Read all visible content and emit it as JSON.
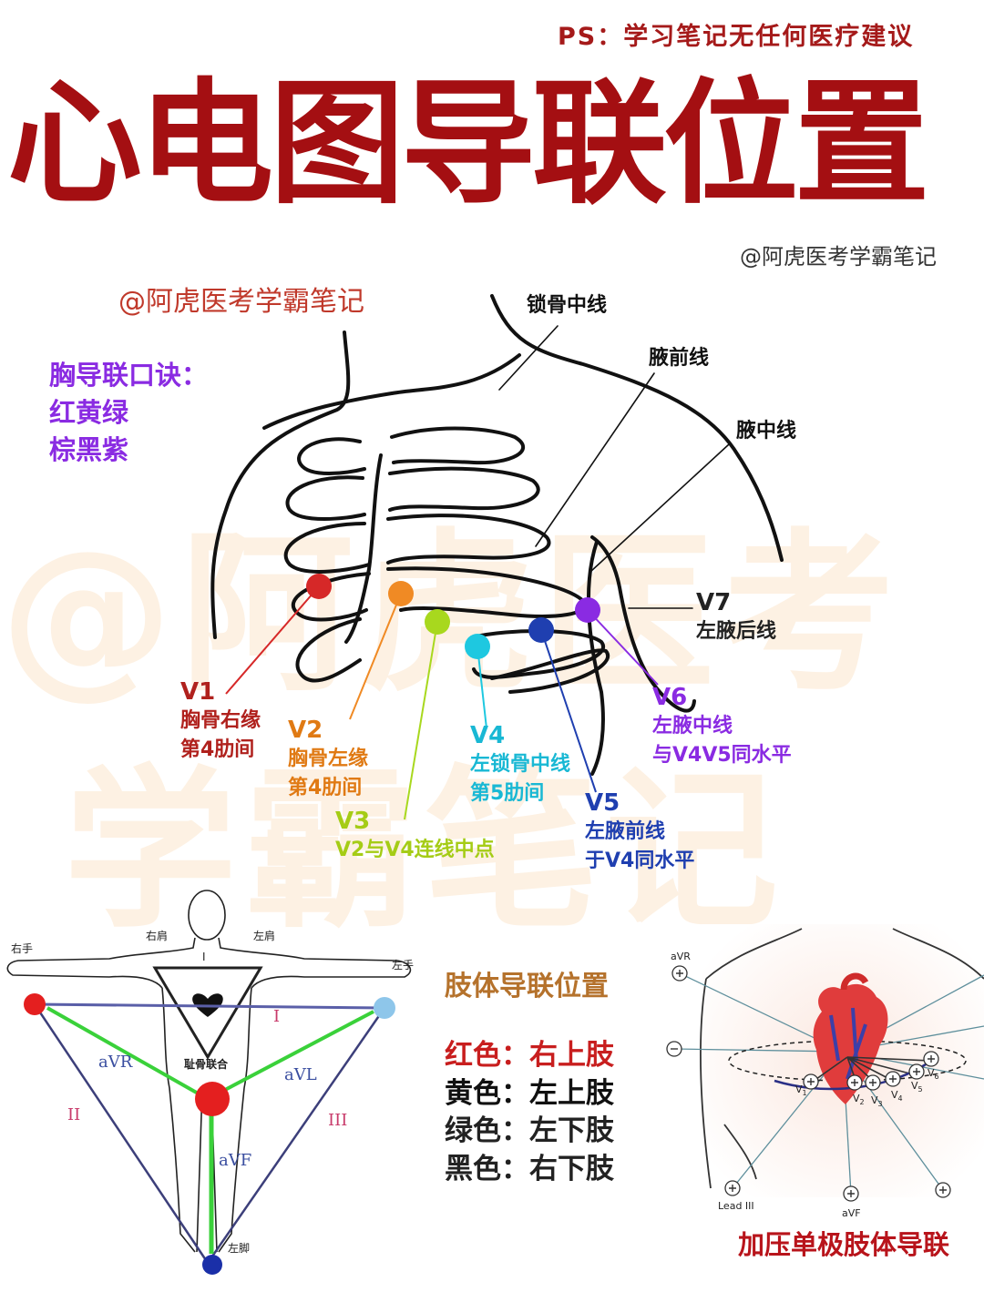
{
  "header": {
    "ps_note": "PS：学习笔记无任何医疗建议",
    "title": "心电图导联位置"
  },
  "handles": {
    "right": "@阿虎医考学霸笔记",
    "left": "@阿虎医考学霸笔记"
  },
  "watermark": {
    "line1": "@阿虎医考",
    "line2": "学霸笔记"
  },
  "mnemonic": {
    "line1": "胸导联口诀：",
    "line2": "红黄绿",
    "line3": "棕黑紫"
  },
  "chest_diagram": {
    "labels": {
      "midclavicular": "锁骨中线",
      "anterior_axillary": "腋前线",
      "mid_axillary": "腋中线"
    },
    "leads": [
      {
        "name": "V1",
        "line1": "胸骨右缘",
        "line2": "第4肋间",
        "color": "#d62828"
      },
      {
        "name": "V2",
        "line1": "胸骨左缘",
        "line2": "第4肋间",
        "color": "#f08a24"
      },
      {
        "name": "V3",
        "line1": "V2与V4连线中点",
        "line2": "",
        "color": "#a8d81e"
      },
      {
        "name": "V4",
        "line1": "左锁骨中线",
        "line2": "第5肋间",
        "color": "#1ec8e0"
      },
      {
        "name": "V5",
        "line1": "左腋前线",
        "line2": "于V4同水平",
        "color": "#1f3fb0"
      },
      {
        "name": "V6",
        "line1": "左腋中线",
        "line2": "与V4V5同水平",
        "color": "#8a2be2"
      },
      {
        "name": "V7",
        "line1": "左腋后线",
        "line2": "",
        "color": "#222222"
      }
    ]
  },
  "limb_diagram": {
    "labels": {
      "right_hand": "右手",
      "right_shoulder": "右肩",
      "left_shoulder": "左肩",
      "left_hand": "左手",
      "pubic": "耻骨联合",
      "left_foot": "左脚",
      "lead_I_top": "I",
      "lead_I": "I",
      "lead_II": "II",
      "lead_III": "III",
      "aVR": "aVR",
      "aVL": "aVL",
      "aVF": "aVF"
    }
  },
  "limb_positions": {
    "title": "肢体导联位置",
    "rows": [
      {
        "color_name": "红色：",
        "limb": "右上肢",
        "color": "#c81e1e"
      },
      {
        "color_name": "黄色：",
        "limb": "左上肢",
        "color": "#c6d81e"
      },
      {
        "color_name": "绿色：",
        "limb": "左下肢",
        "color": "#2e9b33"
      },
      {
        "color_name": "黑色：",
        "limb": "右下肢",
        "color": "#111111"
      }
    ]
  },
  "augmented_diagram": {
    "title": "加压单极肢体导联",
    "labels": {
      "aVR": "aVR",
      "lead_III": "Lead III",
      "aVF": "aVF",
      "v1": "V",
      "v1_sub": "1",
      "v2": "V",
      "v2_sub": "2",
      "v3": "V",
      "v3_sub": "3",
      "v4": "V",
      "v4_sub": "4",
      "v5": "V",
      "v5_sub": "5",
      "v6": "V",
      "v6_sub": "6"
    }
  }
}
